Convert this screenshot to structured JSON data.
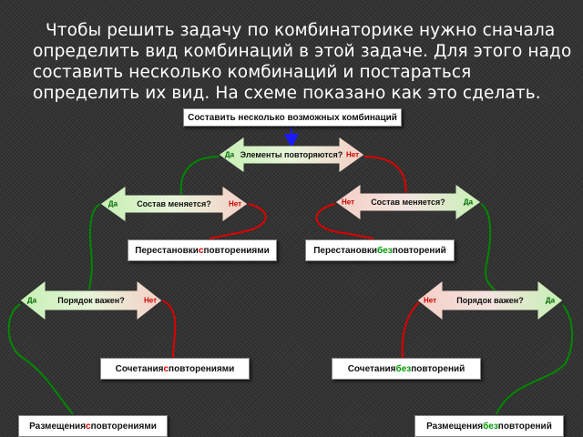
{
  "intro_text": "Чтобы решить задачу по комбинаторике нужно сначала определить вид комбинаций в этой задаче. Для этого надо составить несколько комбинаций и постараться определить их вид. На схеме показано как это сделать.",
  "start_box": "Составить несколько возможных комбинаций",
  "yes_label": "Да",
  "no_label": "Нет",
  "questions": {
    "repeat": "Элементы повторяются?",
    "compose_left": "Состав меняется?",
    "compose_right": "Состав меняется?",
    "order_left": "Порядок важен?",
    "order_right": "Порядок важен?"
  },
  "results": {
    "perm_rep": {
      "before": "Перестановки ",
      "accent": "с",
      "after": " повторениями"
    },
    "perm_norep": {
      "before": "Перестановки ",
      "accent": "без",
      "after": " повторений"
    },
    "comb_rep": {
      "before": "Сочетания ",
      "accent": "с",
      "after": " повторениями"
    },
    "comb_norep": {
      "before": "Сочетания ",
      "accent": "без",
      "after": " повторений"
    },
    "arr_rep": {
      "before": "Размещения ",
      "accent": "с",
      "after": " повторениями"
    },
    "arr_norep": {
      "before": "Размещения ",
      "accent": "без",
      "after": " повторений"
    }
  },
  "colors": {
    "green_fill": "#c6f0b4",
    "red_fill": "#f4cfc6",
    "green_line": "#008800",
    "red_line": "#dd0000",
    "blue_line": "#1a1aff"
  }
}
